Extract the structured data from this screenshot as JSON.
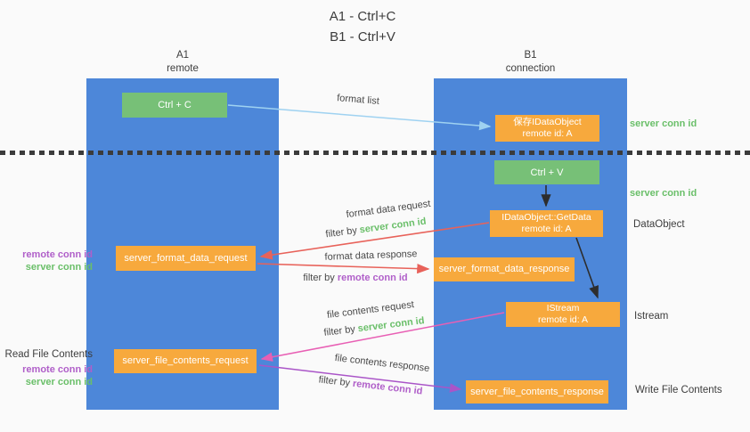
{
  "title": {
    "line1": "A1 - Ctrl+C",
    "line2": "B1 - Ctrl+V"
  },
  "actors": {
    "a1": {
      "name": "A1",
      "role": "remote"
    },
    "b1": {
      "name": "B1",
      "role": "connection"
    }
  },
  "boxes": {
    "ctrl_c": {
      "label": "Ctrl + C"
    },
    "ctrl_v": {
      "label": "Ctrl + V"
    },
    "save_dataobject": {
      "line1": "保存IDataObject",
      "line2": "remote id: A"
    },
    "getdata": {
      "line1": "IDataObject::GetData",
      "line2": "remote id: A"
    },
    "istream": {
      "line1": "IStream",
      "line2": "remote id: A"
    },
    "format_request": {
      "label": "server_format_data_request"
    },
    "format_response": {
      "label": "server_format_data_response"
    },
    "file_request": {
      "label": "server_file_contents_request"
    },
    "file_response": {
      "label": "server_file_contents_response"
    }
  },
  "arrow_labels": {
    "format_list": "format list",
    "format_data_request": "format data request",
    "format_data_response": "format data response",
    "file_contents_request": "file contents request",
    "file_contents_response": "file contents response",
    "filter_by": "filter by",
    "server_conn_id": "server conn id",
    "remote_conn_id": "remote conn id"
  },
  "side_labels": {
    "server_conn_id": "server conn id",
    "remote_conn_id": "remote conn id",
    "dataobject": "DataObject",
    "istream": "Istream",
    "read_file_contents": "Read File Contents",
    "write_file_contents": "Write File Contents"
  },
  "colors": {
    "lifeline_blue": "#4d87d9",
    "box_green": "#77c077",
    "box_orange": "#f7a93d",
    "accent_green": "#6abf69",
    "accent_purple": "#b05fc9",
    "arrow_red": "#e8625a",
    "arrow_lightblue": "#9fd2f1",
    "arrow_pink": "#e85fb4",
    "arrow_purple": "#aa55c8"
  }
}
